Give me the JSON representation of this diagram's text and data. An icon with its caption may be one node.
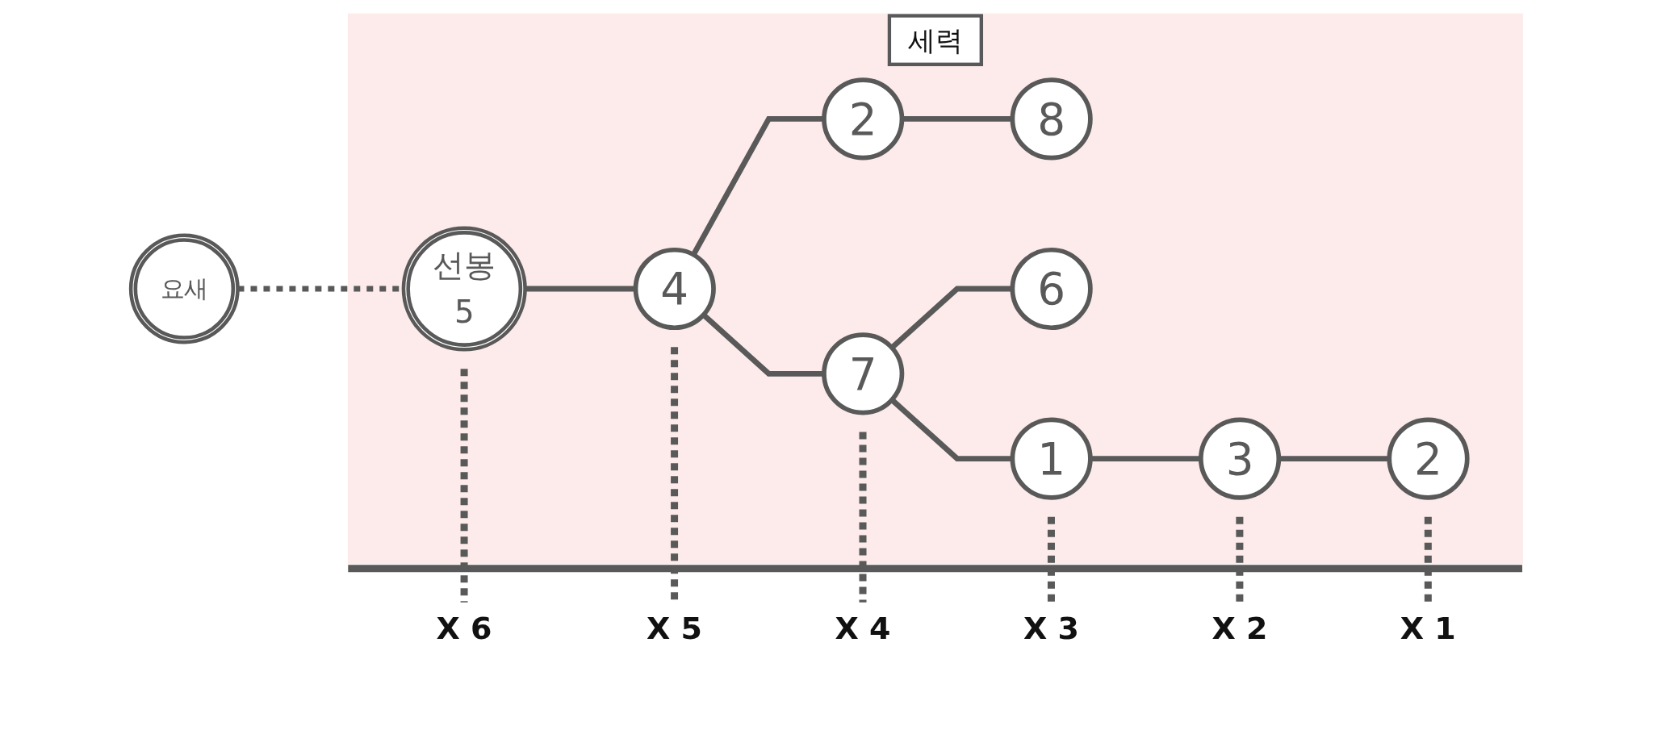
{
  "diagram": {
    "nodes": [
      {
        "text": [
          "세력"
        ]
      },
      {
        "text": [
          "요새"
        ]
      },
      {
        "text": [
          "선봉",
          "5"
        ],
        "in": 0
      },
      {
        "text": [
          "4"
        ],
        "in": 0
      },
      {
        "text": [
          "2"
        ],
        "in": 0
      },
      {
        "text": [
          "8"
        ],
        "in": 0
      },
      {
        "text": [
          "7"
        ],
        "in": 0
      },
      {
        "text": [
          "6"
        ],
        "in": 0
      },
      {
        "text": [
          "1"
        ],
        "in": 0
      },
      {
        "text": [
          "3"
        ],
        "in": 0
      },
      {
        "text": [
          "2"
        ],
        "in": 0
      }
    ],
    "edges": [
      {
        "from": 1,
        "to": 2,
        "arrow": "none",
        "style": "dashed"
      },
      {
        "from": 2,
        "to": 3,
        "arrow": "none"
      },
      {
        "from": 3,
        "to": 4,
        "arrow": "none"
      },
      {
        "from": 4,
        "to": 5,
        "arrow": "none"
      },
      {
        "from": 3,
        "to": 6,
        "arrow": "none"
      },
      {
        "from": 6,
        "to": 7,
        "arrow": "none"
      },
      {
        "from": 6,
        "to": 8,
        "arrow": "none"
      },
      {
        "from": 8,
        "to": 9,
        "arrow": "none"
      },
      {
        "from": 9,
        "to": 10,
        "arrow": "none"
      }
    ],
    "labels": [
      "X 6",
      "X 5",
      "X 4",
      "X 3",
      "X 2",
      "X 1"
    ]
  }
}
